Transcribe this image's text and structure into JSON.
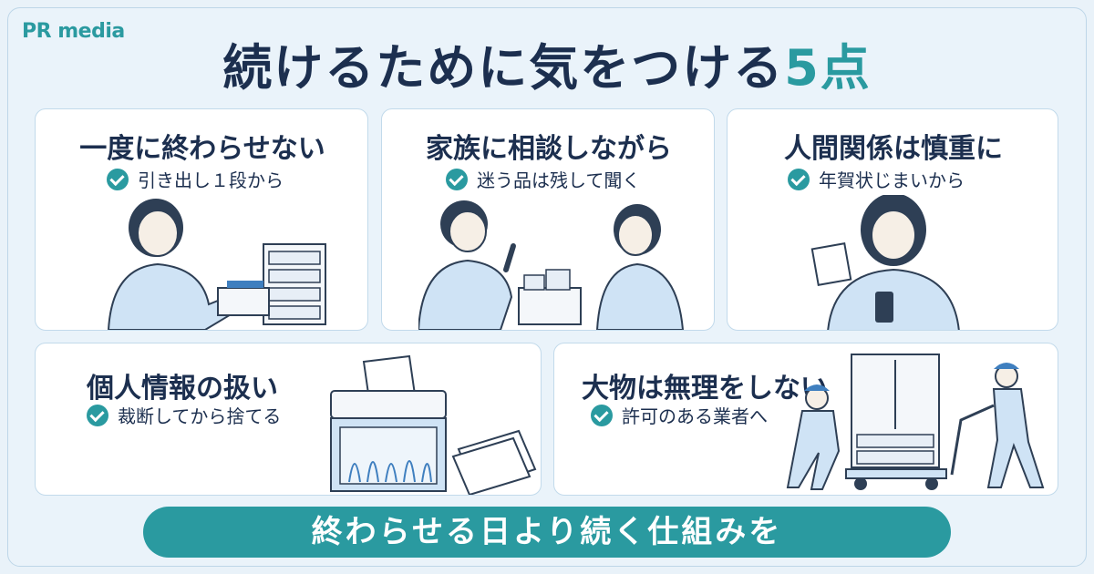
{
  "brand": {
    "logo_text": "PR media"
  },
  "header": {
    "title_main": "続けるために気をつける",
    "title_number": "5点"
  },
  "cards": [
    {
      "title": "一度に終わらせない",
      "tip": "引き出し１段から",
      "illustration": "woman-organizing-drawer"
    },
    {
      "title": "家族に相談しながら",
      "tip": "迷う品は残して聞く",
      "illustration": "couple-discussing-box"
    },
    {
      "title": "人間関係は慎重に",
      "tip": "年賀状じまいから",
      "illustration": "woman-reading-card-phone"
    },
    {
      "title": "個人情報の扱い",
      "tip": "裁断してから捨てる",
      "illustration": "paper-shredder"
    },
    {
      "title": "大物は無理をしない",
      "tip": "許可のある業者へ",
      "illustration": "movers-carrying-wardrobe"
    }
  ],
  "banner": {
    "text": "終わらせる日より続く仕組みを"
  },
  "colors": {
    "accent": "#2a9aa0",
    "navy": "#1c2f4f",
    "background": "#eaf3fa",
    "illustration_blue": "#cfe3f5"
  },
  "icons": [
    "check-circle-icon"
  ]
}
